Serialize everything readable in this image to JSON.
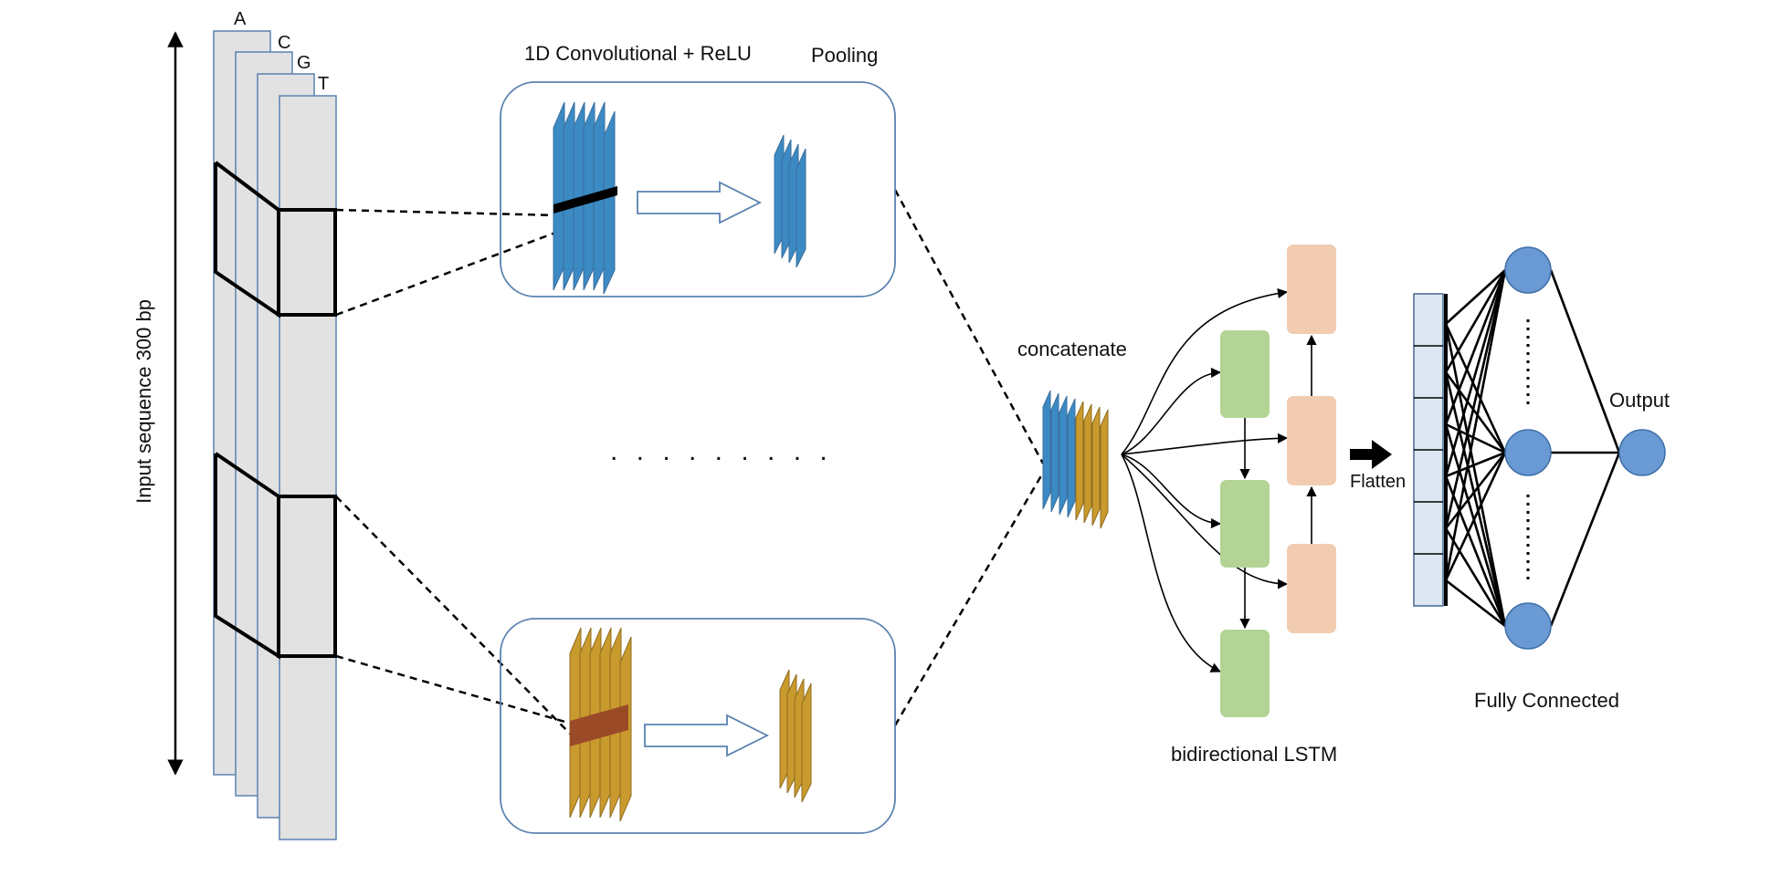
{
  "labels": {
    "input": "Input sequence 300 bp",
    "conv": "1D Convolutional + ReLU",
    "pooling": "Pooling",
    "concatenate": "concatenate",
    "lstm": "bidirectional LSTM",
    "flatten": "Flatten",
    "output": "Output",
    "fully_connected": "Fully Connected",
    "ellipsis": ". . . . . . . . ."
  },
  "channels": [
    "A",
    "C",
    "G",
    "T"
  ],
  "colors": {
    "conv_blue": "#3b8ac4",
    "conv_gold": "#c99a2e",
    "kernel_dark": "#000000",
    "kernel_red": "#9b4a28",
    "panel_border": "#5b82b0",
    "channel_fill": "#e2e2e2",
    "lstm_forward": "#b3d494",
    "lstm_backward": "#f2ccb0",
    "flatten_fill": "#dce7f3",
    "node_fill": "#6a9ad4"
  },
  "icons": {
    "arrow": "hollow-arrow",
    "flatten": "filled-arrow"
  }
}
